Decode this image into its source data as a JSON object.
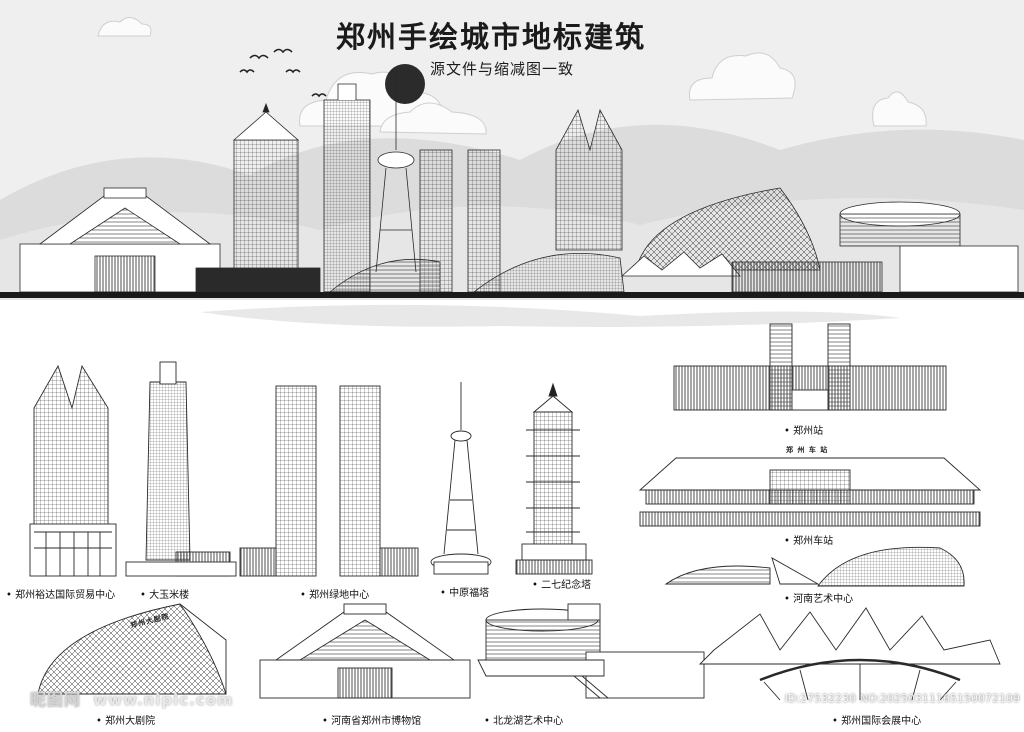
{
  "header": {
    "title": "郑州手绘城市地标建筑",
    "subtitle": "源文件与缩减图一致"
  },
  "buildings": [
    {
      "id": "yuda",
      "caption": "郑州裕达国际贸易中心"
    },
    {
      "id": "dayumi",
      "caption": "大玉米楼"
    },
    {
      "id": "greenland",
      "caption": "郑州绿地中心"
    },
    {
      "id": "zhongyuan",
      "caption": "中原福塔"
    },
    {
      "id": "erqi",
      "caption": "二七纪念塔"
    },
    {
      "id": "station",
      "caption": "郑州站"
    },
    {
      "id": "cheshuzhan",
      "caption": "郑州车站",
      "sign": "郑 州 车 站"
    },
    {
      "id": "artcenter",
      "caption": "河南艺术中心"
    },
    {
      "id": "theatre",
      "caption": "郑州大剧院",
      "sign": "郑州大剧院"
    },
    {
      "id": "museum",
      "caption": "河南省郑州市博物馆"
    },
    {
      "id": "beilong",
      "caption": "北龙湖艺术中心"
    },
    {
      "id": "expo",
      "caption": "郑州国际会展中心"
    }
  ],
  "watermark": {
    "left_logo": "昵图网",
    "left_url": "www.nipic.com",
    "right_id": "ID:27532230 NO:20250311165150072109"
  },
  "colors": {
    "line": "#2a2a2a",
    "mountain": "#d9d9d9",
    "sky": "#eeeeee",
    "ground": "#1a1a1a"
  }
}
